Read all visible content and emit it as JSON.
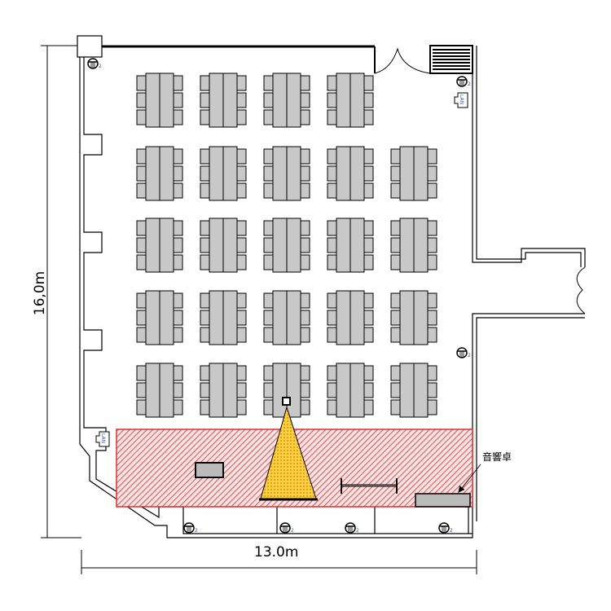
{
  "dimensions": {
    "height_label": "16,0m",
    "width_label": "13.0m"
  },
  "labels": {
    "sound_desk": "音響卓"
  },
  "table_rows": [
    4,
    5,
    5,
    5,
    5
  ],
  "symbols": {
    "outlet": "outlet-icon",
    "lan": "lan-port-icon",
    "lan_text": "LAN",
    "outlet_sub": "2"
  },
  "colors": {
    "stage_hatch": "#e05050",
    "stage_fill": "#fbe0e0",
    "table": "#c8c8c8",
    "light_cone": "#f7c431"
  }
}
